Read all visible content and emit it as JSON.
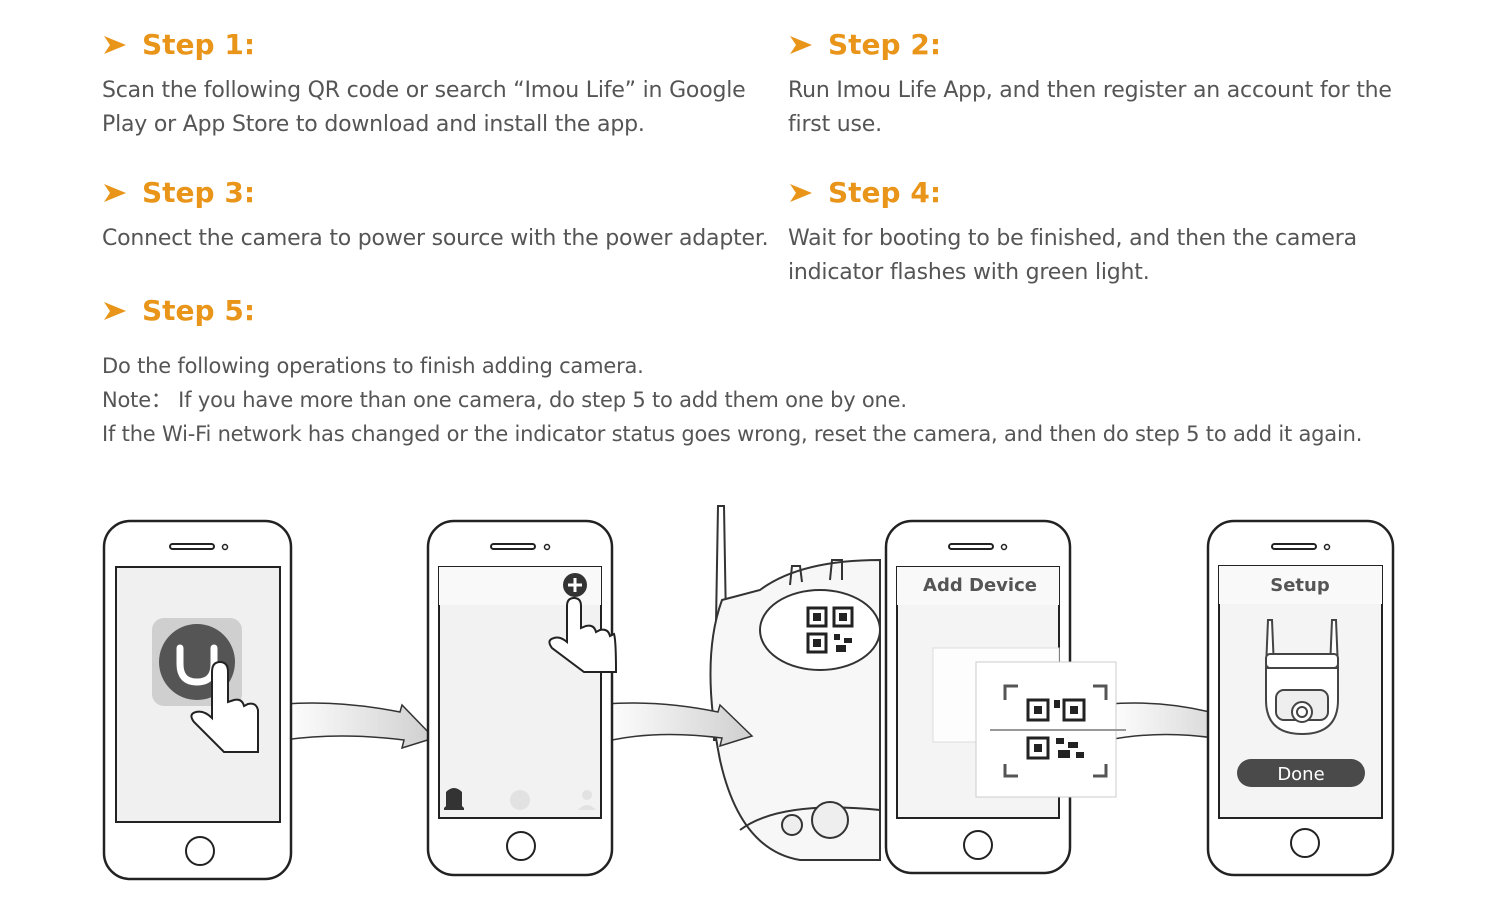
{
  "steps": [
    {
      "title": "Step 1:",
      "lines": [
        "Scan the following QR code or search “Imou Life” in Google",
        "Play or App Store to download and install the app."
      ]
    },
    {
      "title": "Step 2:",
      "lines": [
        "Run Imou Life App, and then register an account for the",
        "first use."
      ]
    },
    {
      "title": "Step 3:",
      "lines": [
        "Connect the camera to power source with the power adapter."
      ]
    },
    {
      "title": "Step 4:",
      "lines": [
        "Wait for booting to be finished, and then the camera",
        "indicator flashes with green light."
      ]
    },
    {
      "title": "Step 5:",
      "lines": [
        "Do the following operations to finish adding camera.",
        "Note： If you have more than one camera, do step 5 to add them one by one.",
        "If the Wi-Fi network has changed or the indicator status goes wrong, reset the camera, and then do step 5 to add it again."
      ]
    }
  ],
  "screens": {
    "add_device_title": "Add Device",
    "setup_title": "Setup",
    "done_label": "Done"
  },
  "colors": {
    "accent": "#e8951a",
    "text": "#555555",
    "line": "#333333"
  },
  "icons": [
    "arrow-right-icon",
    "imou-app-icon",
    "hand-pointer-icon",
    "plus-icon",
    "home-icon",
    "chat-icon",
    "user-icon",
    "qr-code-icon"
  ]
}
